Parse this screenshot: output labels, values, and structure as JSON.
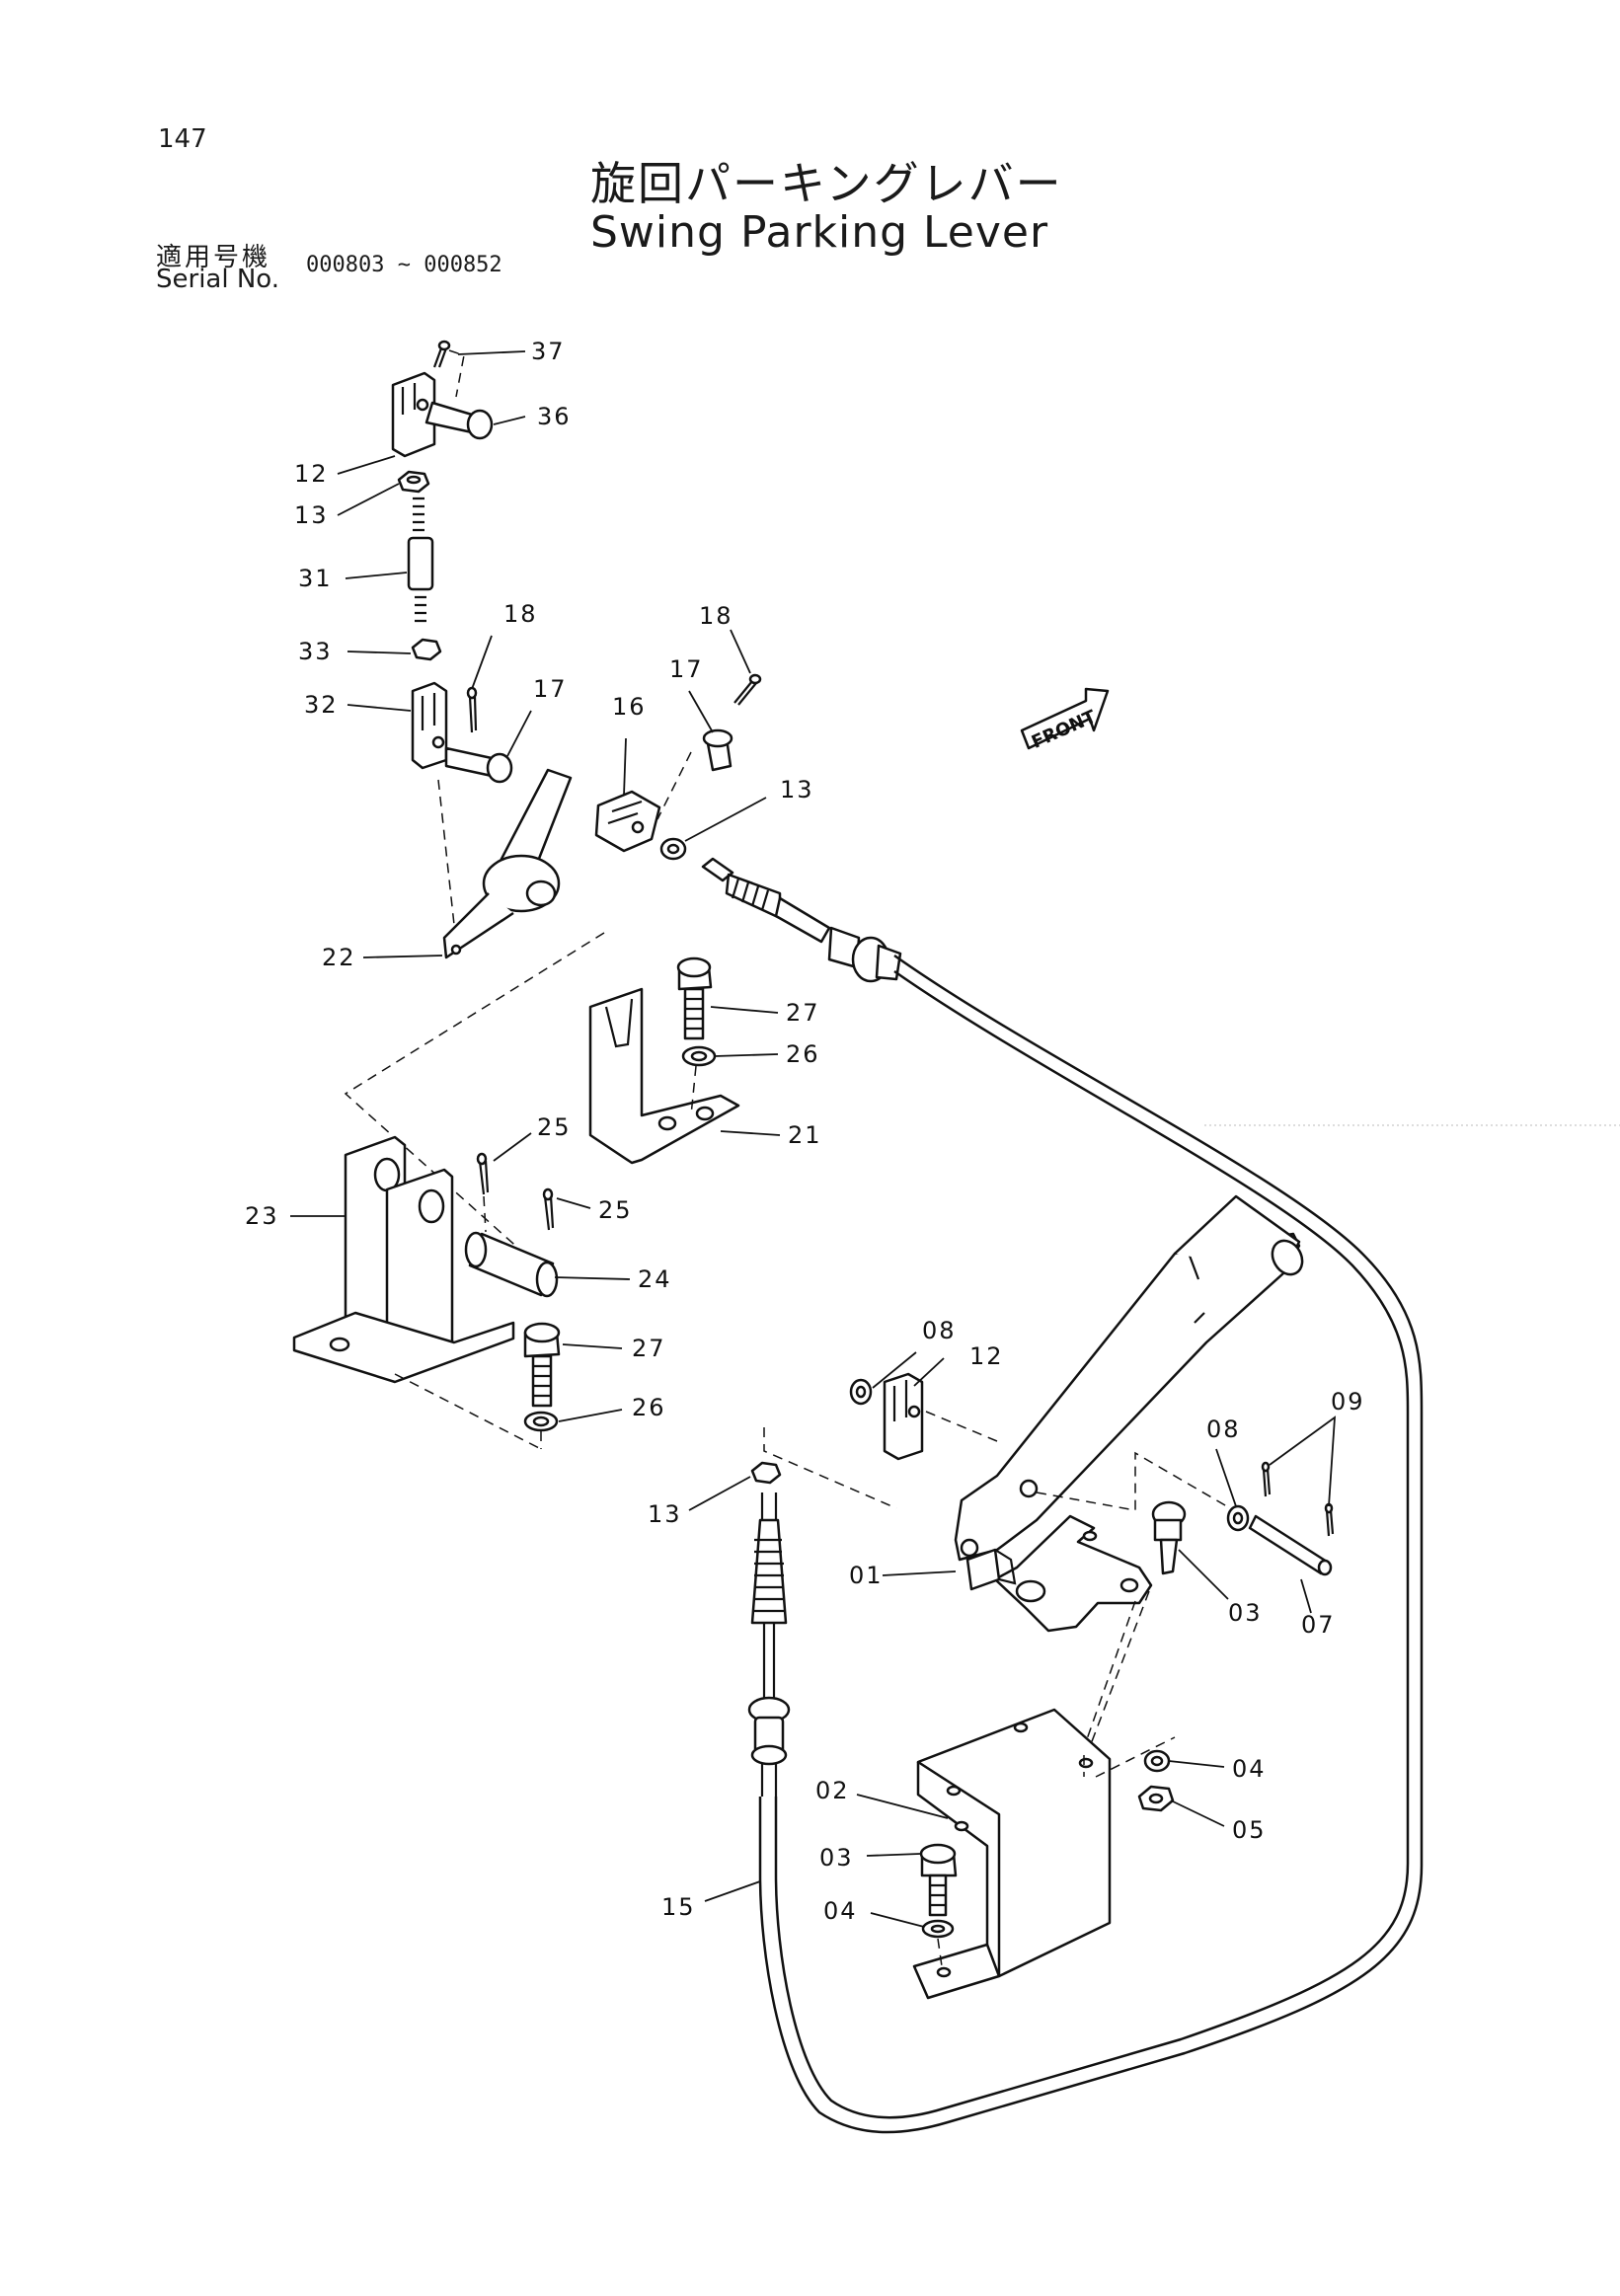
{
  "page_number": "147",
  "title_jp": "旋回パーキングレバー",
  "title_en": "Swing Parking Lever",
  "serial_label_jp": "適用号機",
  "serial_label_en": "Serial No.",
  "serial_range": "000803 ~ 000852",
  "front_marker": "FRONT",
  "part_labels": {
    "p37": "37",
    "p36": "36",
    "p12a": "12",
    "p13a": "13",
    "p31": "31",
    "p33": "33",
    "p18a": "18",
    "p32": "32",
    "p17a": "17",
    "p18b": "18",
    "p17b": "17",
    "p16": "16",
    "p13b": "13",
    "p22": "22",
    "p27a": "27",
    "p26a": "26",
    "p21": "21",
    "p25a": "25",
    "p25b": "25",
    "p23": "23",
    "p24": "24",
    "p27b": "27",
    "p26b": "26",
    "p08a": "08",
    "p12b": "12",
    "p08b": "08",
    "p09": "09",
    "p13c": "13",
    "p01": "01",
    "p03a": "03",
    "p07": "07",
    "p04a": "04",
    "p05": "05",
    "p02": "02",
    "p03b": "03",
    "p04b": "04",
    "p15": "15"
  }
}
